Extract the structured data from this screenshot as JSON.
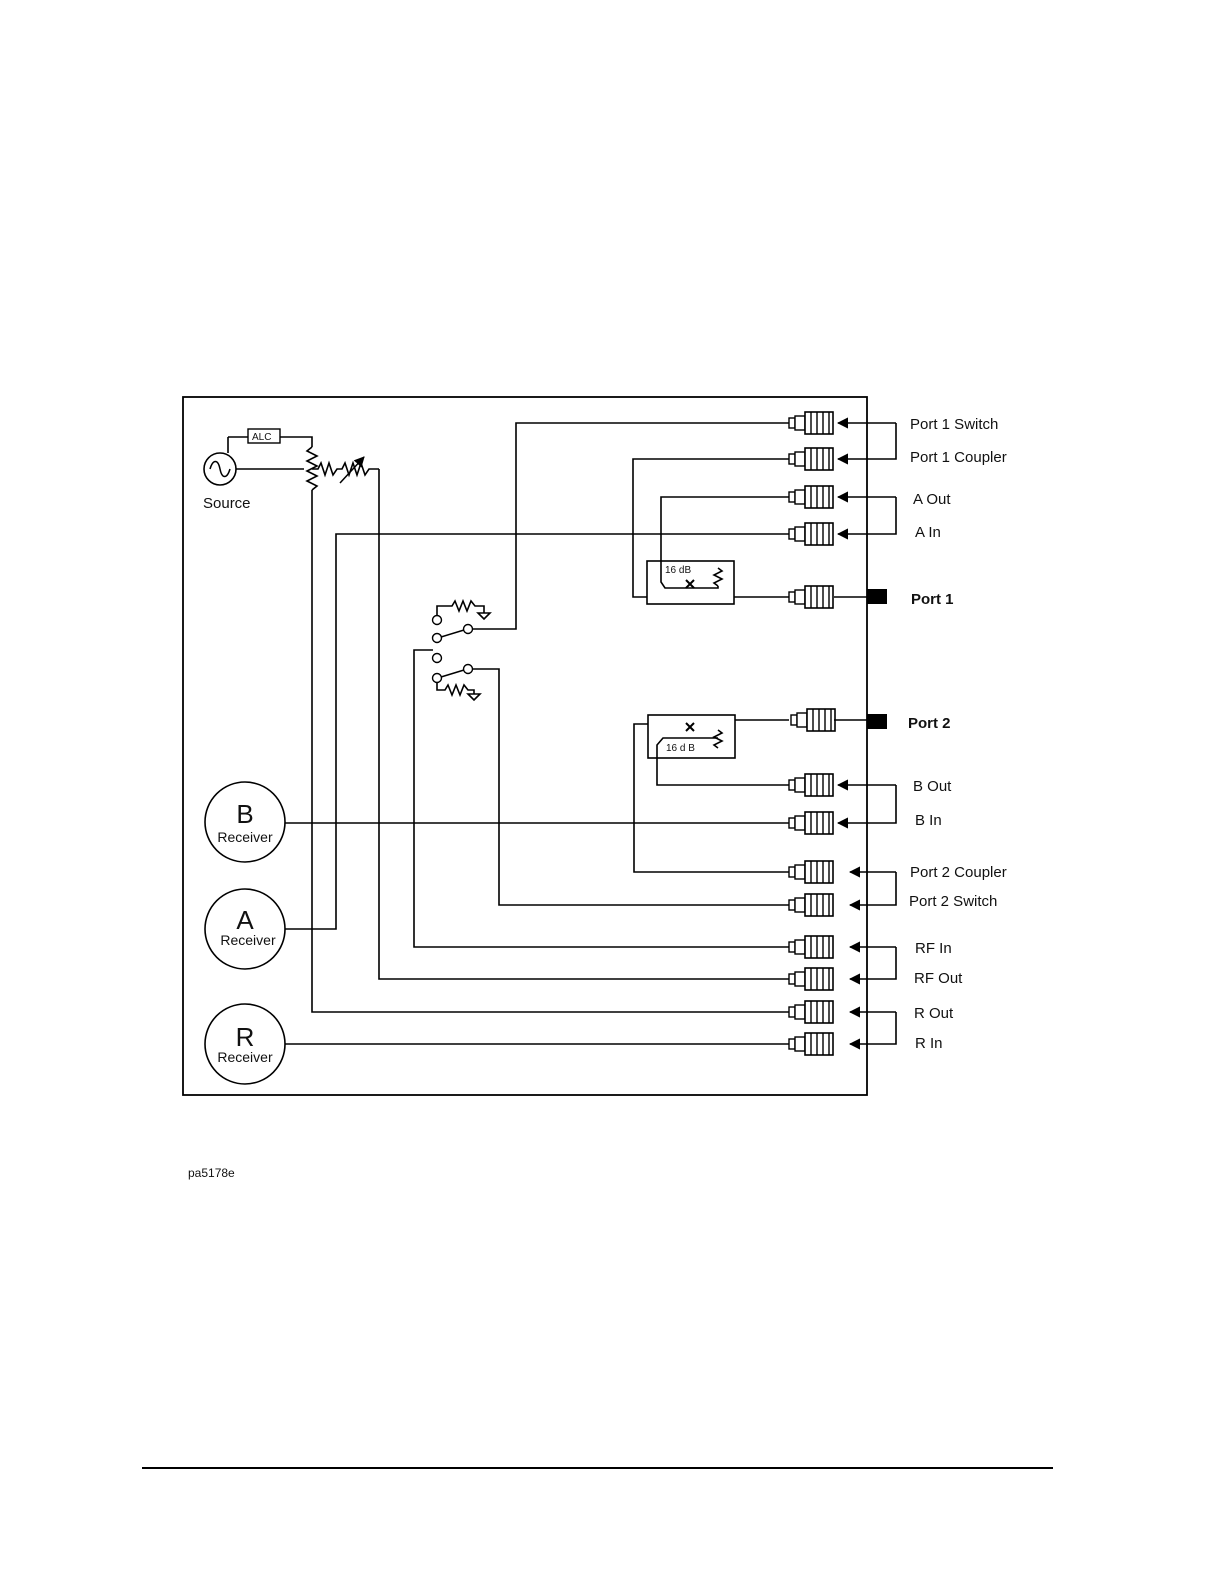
{
  "source": {
    "label": "Source",
    "alc_label": "ALC"
  },
  "receivers": [
    {
      "letter": "B",
      "label": "Receiver"
    },
    {
      "letter": "A",
      "label": "Receiver"
    },
    {
      "letter": "R",
      "label": "Receiver"
    }
  ],
  "couplers": [
    {
      "attenuation": "16 dB"
    },
    {
      "attenuation": "16 d B"
    }
  ],
  "ports": [
    {
      "label": "Port 1"
    },
    {
      "label": "Port 2"
    }
  ],
  "connectors": [
    {
      "label": "Port 1 Switch"
    },
    {
      "label": "Port 1 Coupler"
    },
    {
      "label": "A Out"
    },
    {
      "label": "A In"
    },
    {
      "label": "B Out"
    },
    {
      "label": "B In"
    },
    {
      "label": "Port 2 Coupler"
    },
    {
      "label": "Port 2 Switch"
    },
    {
      "label": "RF In"
    },
    {
      "label": "RF Out"
    },
    {
      "label": "R Out"
    },
    {
      "label": "R In"
    }
  ],
  "figure_id": "pa5178e"
}
